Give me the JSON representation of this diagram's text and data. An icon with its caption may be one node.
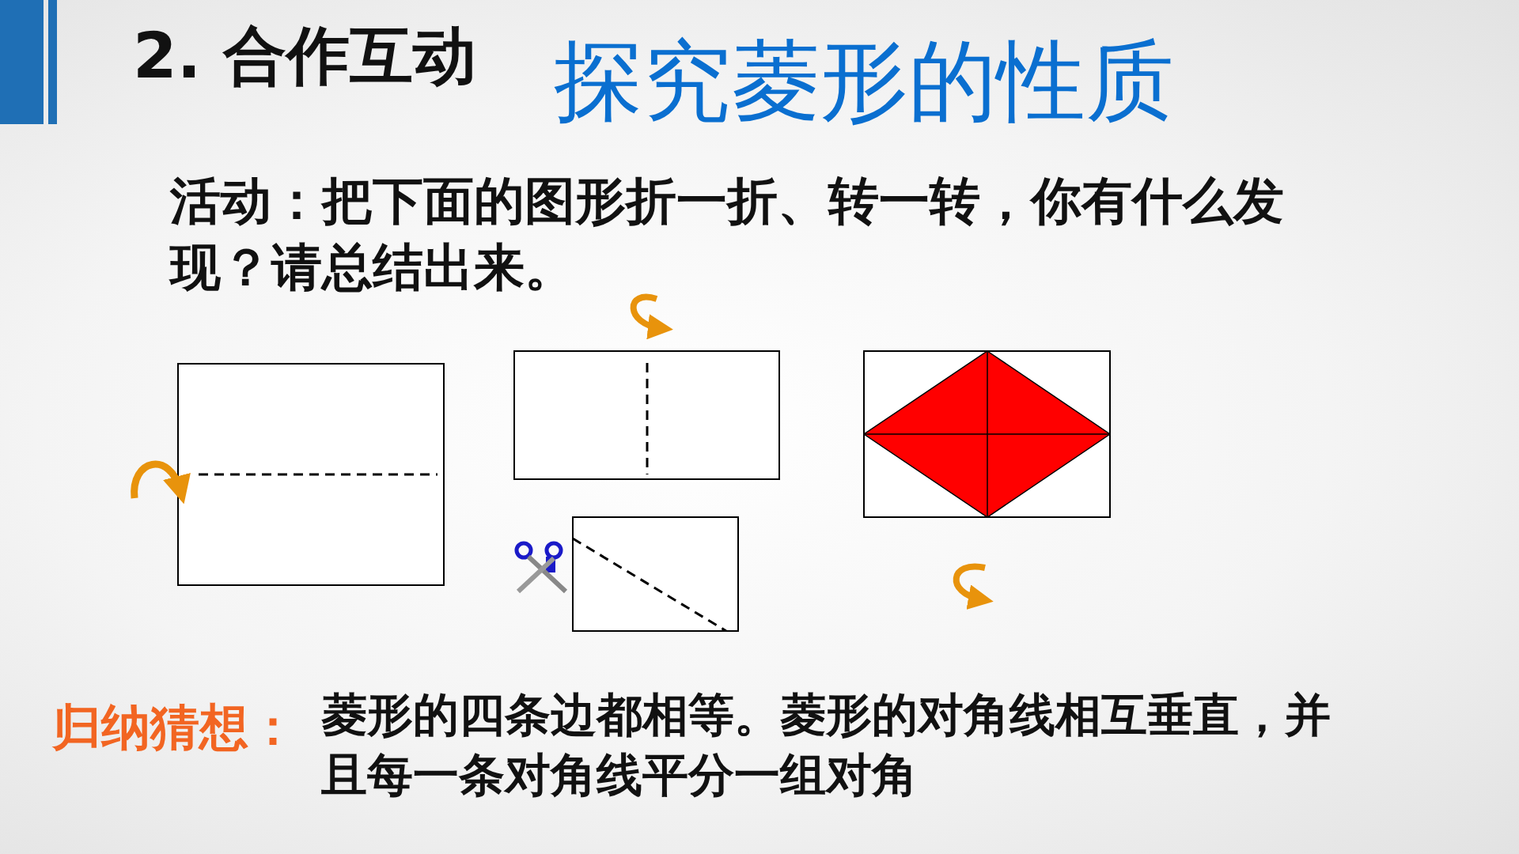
{
  "diagram": {
    "title": "2. 合作互动",
    "labels": [
      "探究菱形的性质",
      "活动：把下面的图形折一折、转一转，你有什么发现？请总结出来。",
      "归纳猜想：",
      "菱形的四条边都相等。菱形的对角线相互垂直，并且每一条对角线平分一组对角"
    ]
  }
}
